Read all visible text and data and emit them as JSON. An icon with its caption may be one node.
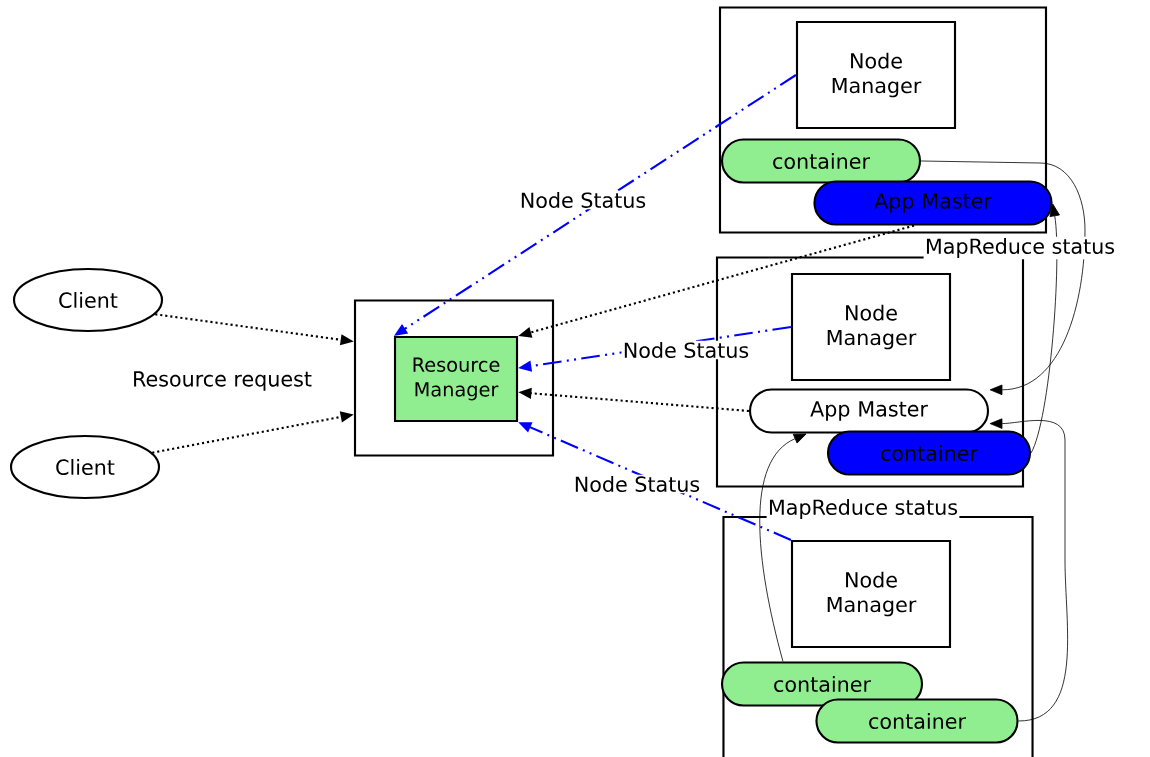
{
  "diagram": {
    "nodes": [
      {
        "text": [
          "Client"
        ]
      },
      {
        "text": [
          "Client"
        ]
      },
      {
        "text": [],
        "shape": "box"
      },
      {
        "text": [
          "Resource Manager"
        ],
        "in": 2
      },
      {
        "text": [],
        "shape": "box"
      },
      {
        "text": [
          "Node Manager"
        ],
        "in": 4
      },
      {
        "text": [
          "container"
        ],
        "in": 4
      },
      {
        "text": [
          "App Master"
        ],
        "in": 4
      },
      {
        "text": [],
        "shape": "box"
      },
      {
        "text": [
          "Node Manager"
        ],
        "in": 8
      },
      {
        "text": [
          "App Master"
        ],
        "in": 8
      },
      {
        "text": [
          "container"
        ],
        "in": 8
      },
      {
        "text": [],
        "shape": "box"
      },
      {
        "text": [
          "Node Manager"
        ],
        "in": 12
      },
      {
        "text": [
          "container"
        ],
        "in": 12
      },
      {
        "text": [
          "container"
        ],
        "in": 12
      }
    ],
    "edges": [
      {
        "from": 0,
        "to": 2,
        "arrow": "to",
        "style": "dashed",
        "label": "Resource request"
      },
      {
        "from": 1,
        "to": 2,
        "arrow": "to",
        "style": "dashed"
      },
      {
        "from": 5,
        "to": 3,
        "arrow": "to",
        "style": "dashed",
        "color": "#0000ff",
        "label": "Node Status"
      },
      {
        "from": 9,
        "to": 3,
        "arrow": "to",
        "style": "dashed",
        "color": "#0000ff",
        "label": "Node Status"
      },
      {
        "from": 13,
        "to": 3,
        "arrow": "to",
        "style": "dashed",
        "color": "#0000ff",
        "label": "Node Status"
      },
      {
        "from": 7,
        "to": 3,
        "arrow": "to",
        "style": "dashed"
      },
      {
        "from": 10,
        "to": 3,
        "arrow": "to",
        "style": "dashed"
      },
      {
        "from": 11,
        "to": 7,
        "arrow": "to",
        "label": "MapReduce status"
      },
      {
        "from": 14,
        "to": 10,
        "arrow": "to",
        "label": "MapReduce status"
      },
      {
        "from": 6,
        "to": 10,
        "arrow": "to"
      },
      {
        "from": 15,
        "to": 10,
        "arrow": "to"
      }
    ]
  }
}
